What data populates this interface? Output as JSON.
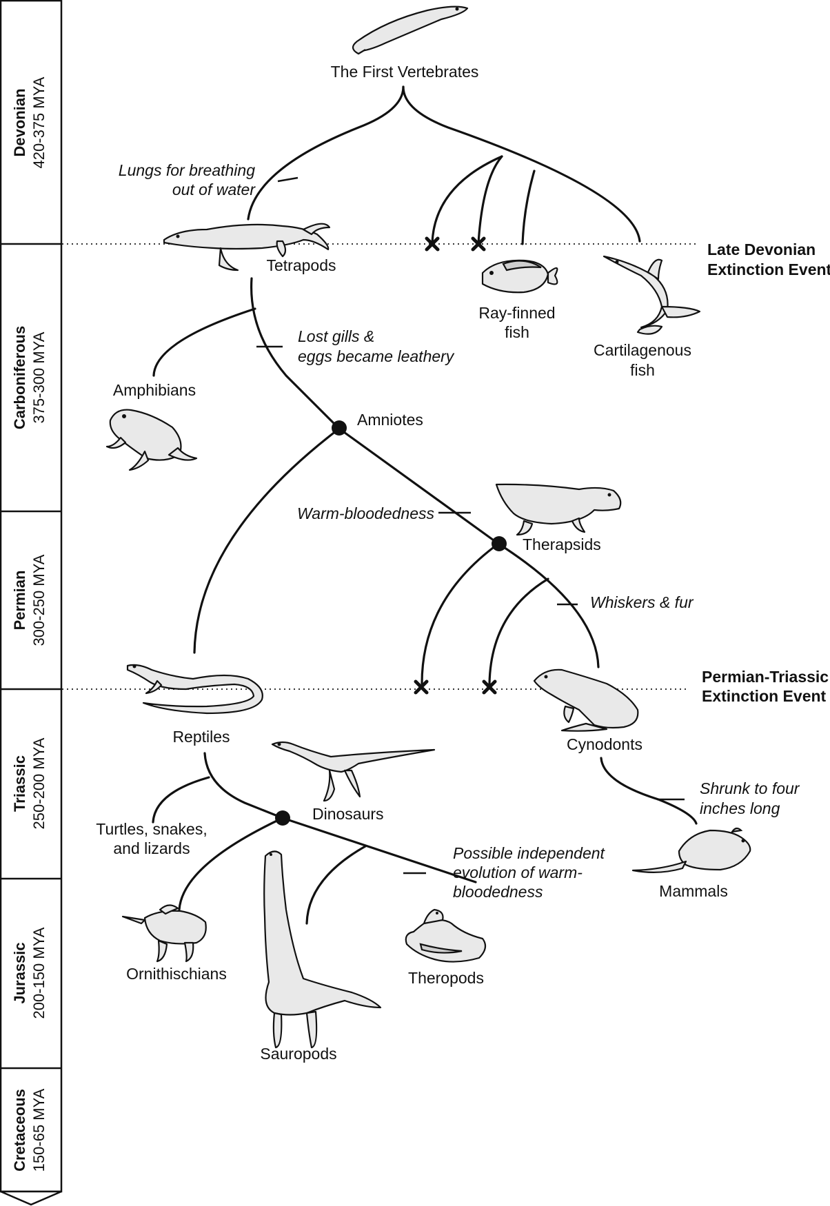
{
  "timeline": {
    "periods": [
      {
        "name": "Devonian",
        "range": "420-375 MYA"
      },
      {
        "name": "Carboniferous",
        "range": "375-300 MYA"
      },
      {
        "name": "Permian",
        "range": "300-250 MYA"
      },
      {
        "name": "Triassic",
        "range": "250-200 MYA"
      },
      {
        "name": "Jurassic",
        "range": "200-150 MYA"
      },
      {
        "name": "Cretaceous",
        "range": "150-65 MYA"
      }
    ]
  },
  "events": {
    "late_devonian": [
      "Late Devonian",
      "Extinction Event"
    ],
    "permian_triassic": [
      "Permian-Triassic",
      "Extinction Event"
    ]
  },
  "taxa": {
    "first_vertebrates": "The First Vertebrates",
    "tetrapods": "Tetrapods",
    "ray_finned": [
      "Ray-finned",
      "fish"
    ],
    "cartilagenous": [
      "Cartilagenous",
      "fish"
    ],
    "amphibians": "Amphibians",
    "amniotes": "Amniotes",
    "therapsids": "Therapsids",
    "reptiles": "Reptiles",
    "cynodonts": "Cynodonts",
    "dinosaurs": "Dinosaurs",
    "turtles": [
      "Turtles, snakes,",
      "and lizards"
    ],
    "mammals": "Mammals",
    "ornithischians": "Ornithischians",
    "sauropods": "Sauropods",
    "theropods": "Theropods"
  },
  "traits": {
    "lungs": [
      "Lungs for breathing",
      "out of water"
    ],
    "lost_gills": [
      "Lost gills &",
      "eggs became leathery"
    ],
    "warm_bloodedness": "Warm-bloodedness",
    "whiskers": "Whiskers & fur",
    "shrunk": [
      "Shrunk to four",
      "inches long"
    ],
    "possible": [
      "Possible independent",
      "evolution of warm-",
      "bloodedness"
    ]
  }
}
